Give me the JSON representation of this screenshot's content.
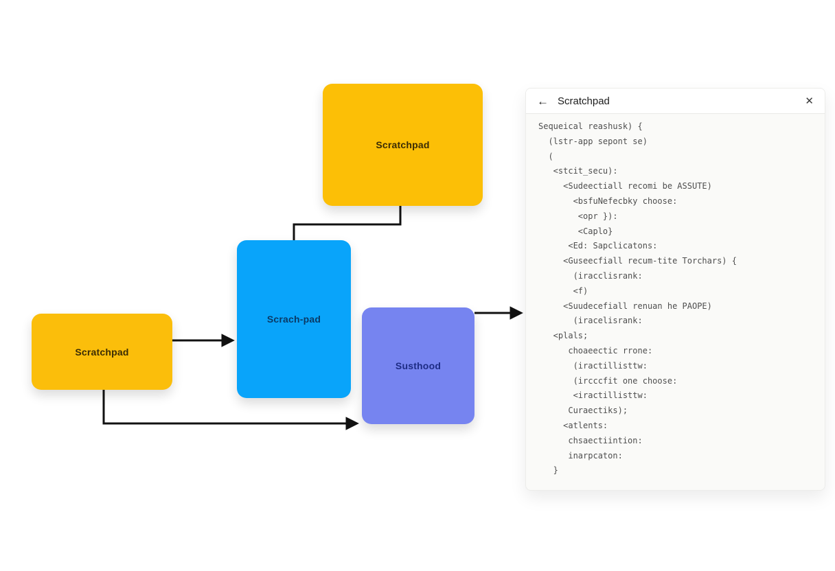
{
  "diagram": {
    "nodes": [
      {
        "id": "scratchpad-top",
        "label": "Scratchpad",
        "color": "#FCBF06"
      },
      {
        "id": "scrachpad-mid",
        "label": "Scrach-pad",
        "color": "#09A4FA"
      },
      {
        "id": "scratchpad-left",
        "label": "Scratchpad",
        "color": "#FBBE0B"
      },
      {
        "id": "susthood",
        "label": "Susthood",
        "color": "#7684F0"
      }
    ],
    "connector_color": "#111111"
  },
  "panel": {
    "title": "Scratchpad",
    "back_icon": "←",
    "close_icon": "✕",
    "code_lines": [
      "Sequeical reashusk) {",
      "  (lstr-app sepont se)",
      "  (",
      "   <stcit_secu):",
      "     <Sudeectiall recomi be ASSUTE)",
      "       <bsfuNefecbky choose:",
      "        <opr }):",
      "        <Caplo}",
      "      <Ed: Sapclicatons:",
      "     <Guseecfiall recum-tite Torchars) {",
      "       (iracclisrank:",
      "       <f)",
      "     <Suudecefiall renuan he PAOPE)",
      "       (iracelisrank:",
      "   <plals;",
      "      choaeectic rrone:",
      "       (iractillisttw:",
      "       (ircccfit one choose:",
      "       <iractillisttw:",
      "      Curaectiks);",
      "     <atlents:",
      "      chsaectiintion:",
      "      inarpcaton:",
      "   }"
    ]
  }
}
